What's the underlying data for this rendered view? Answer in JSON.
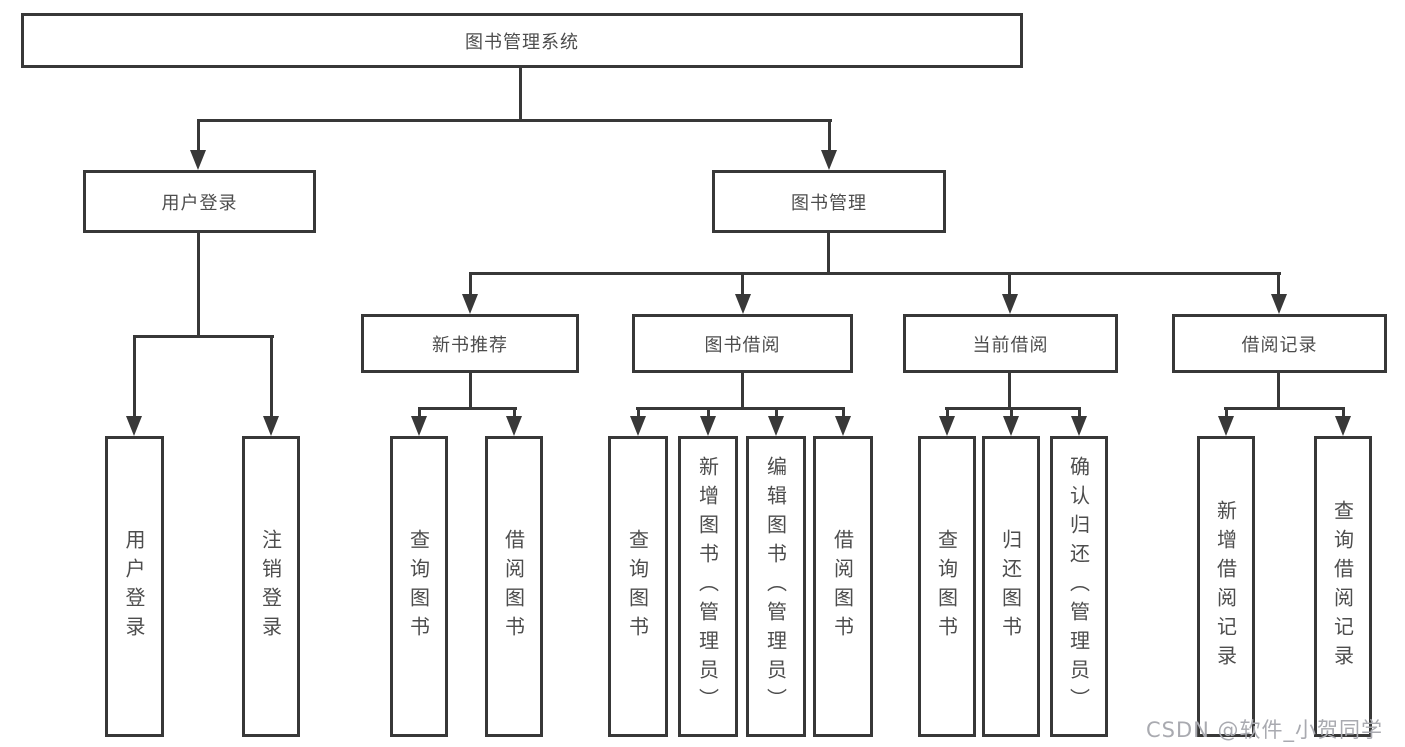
{
  "colors": {
    "line": "#383838",
    "box_border": "#383838",
    "text": "#4d4d4d",
    "watermark": "#a9aab0",
    "background": "#ffffff"
  },
  "tree": {
    "root": "图书管理系统",
    "level2": [
      {
        "label": "用户登录"
      },
      {
        "label": "图书管理"
      }
    ],
    "user_children": [
      "用户登录",
      "注销登录"
    ],
    "modules": [
      {
        "label": "新书推荐",
        "children": [
          "查询图书",
          "借阅图书"
        ]
      },
      {
        "label": "图书借阅",
        "children": [
          "查询图书",
          "新增图书（管理员）",
          "编辑图书（管理员）",
          "借阅图书"
        ]
      },
      {
        "label": "当前借阅",
        "children": [
          "查询图书",
          "归还图书",
          "确认归还（管理员）"
        ]
      },
      {
        "label": "借阅记录",
        "children": [
          "新增借阅记录",
          "查询借阅记录"
        ]
      }
    ]
  },
  "watermark": {
    "text": "CSDN @软件_小贺同学"
  }
}
